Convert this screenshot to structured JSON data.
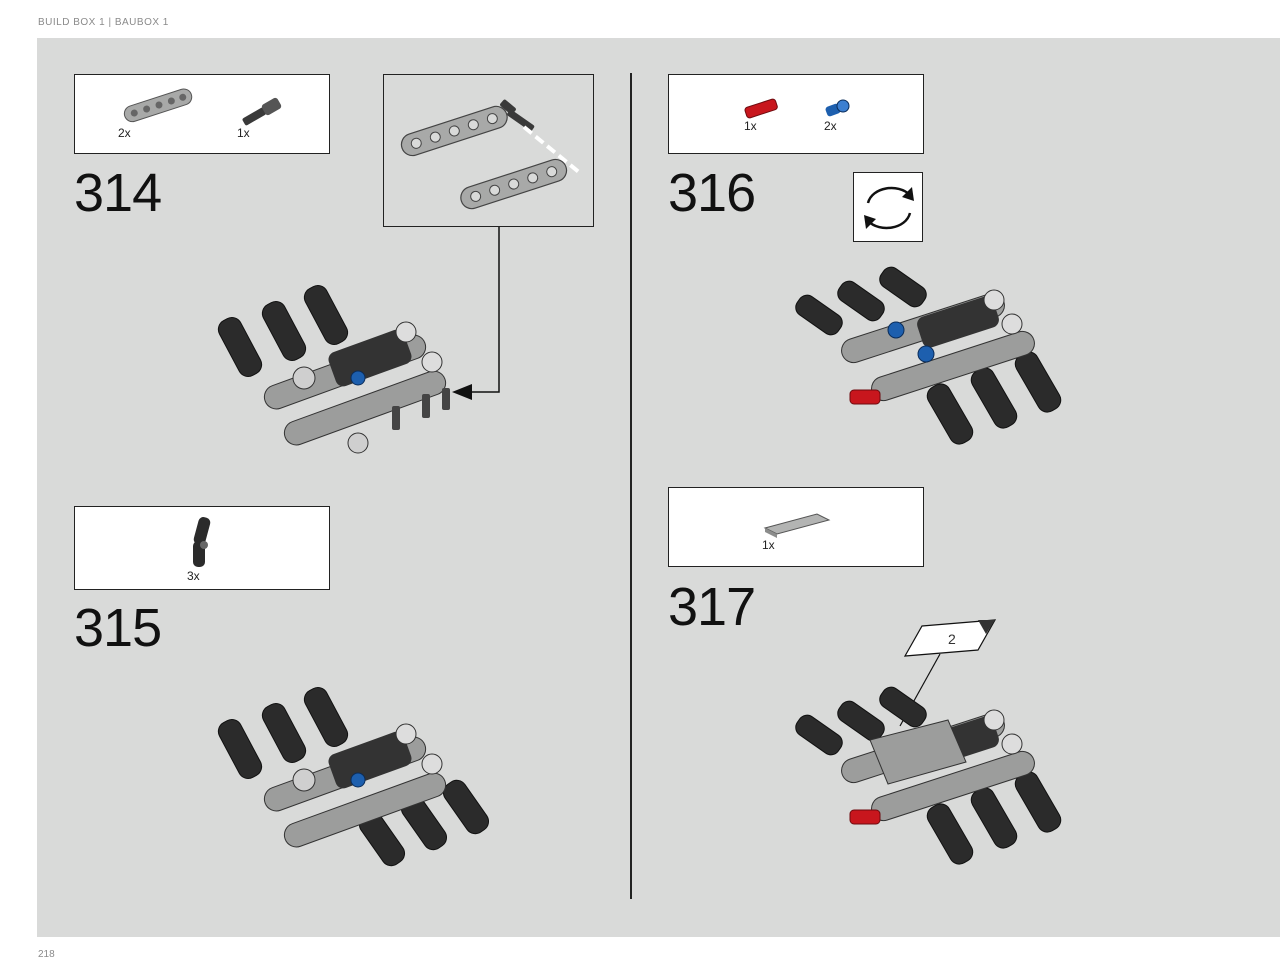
{
  "header": {
    "text": "BUILD BOX 1  |  BAUBOX 1"
  },
  "footer": {
    "page_number": "218"
  },
  "steps": [
    {
      "number": "314",
      "parts": [
        {
          "qty": "2x",
          "part": "gray-beam-5-icon"
        },
        {
          "qty": "1x",
          "part": "black-axle-pin-icon"
        }
      ]
    },
    {
      "number": "315",
      "parts": [
        {
          "qty": "3x",
          "part": "black-angled-connector-icon"
        }
      ]
    },
    {
      "number": "316",
      "parts": [
        {
          "qty": "1x",
          "part": "red-axle-connector-icon"
        },
        {
          "qty": "2x",
          "part": "blue-pin-icon"
        }
      ]
    },
    {
      "number": "317",
      "parts": [
        {
          "qty": "1x",
          "part": "gray-tile-icon"
        }
      ]
    }
  ],
  "colors": {
    "sheet": "#d9dad9",
    "part_red": "#c8161d",
    "part_blue": "#1d5fae",
    "part_black": "#2b2b2b",
    "part_gray": "#9c9d9c"
  }
}
